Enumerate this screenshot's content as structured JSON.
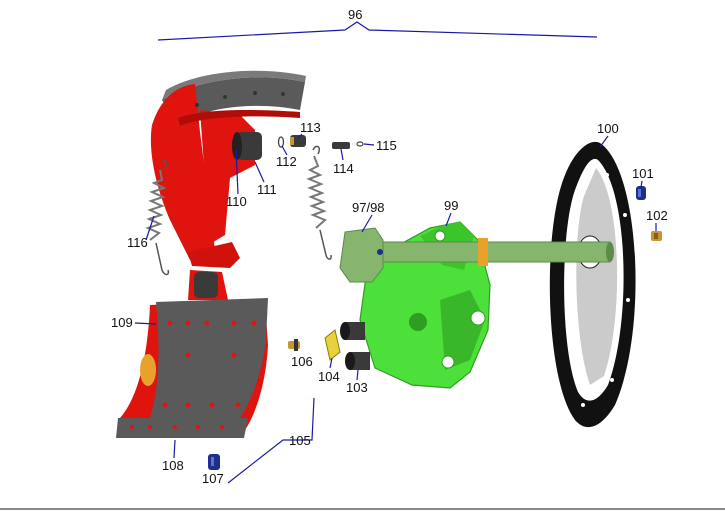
{
  "diagram": {
    "assembly_label": "96",
    "part_labels": {
      "p97_98": "97/98",
      "p99": "99",
      "p100": "100",
      "p101": "101",
      "p102": "102",
      "p103": "103",
      "p104": "104",
      "p105": "105",
      "p106": "106",
      "p107": "107",
      "p108": "108",
      "p109": "109",
      "p110": "110",
      "p111": "111",
      "p112": "112",
      "p113": "113",
      "p114": "114",
      "p115": "115",
      "p116": "116"
    },
    "colors": {
      "shoe_red": "#e0140e",
      "lining_grey": "#5a5a5a",
      "spider_green": "#4ee03a",
      "camshaft_green": "#86b56e",
      "dust_shield_black": "#111111",
      "leader_blue": "#1a1aa8",
      "bolt_blue": "#1e2e8c",
      "brass": "#c8962e"
    }
  }
}
